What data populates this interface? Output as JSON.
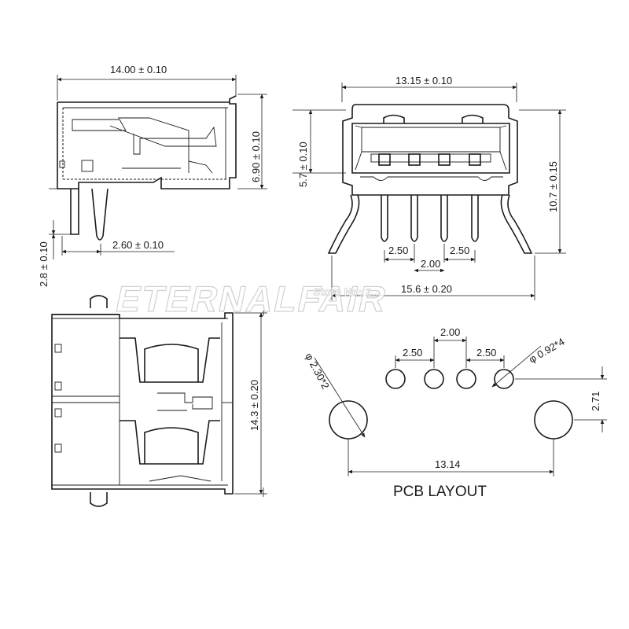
{
  "watermark": {
    "logo_text": "ETERNALFAIR",
    "store_text": "Store No: 2..."
  },
  "side_view": {
    "dim_length": "14.00 ± 0.10",
    "dim_height": "6.90 ± 0.10",
    "dim_pin_length": "2.8 ± 0.10",
    "dim_pin_spacing": "2.60 ± 0.10"
  },
  "front_view": {
    "dim_width": "13.15 ± 0.10",
    "dim_upper_height": "5.7 ± 0.10",
    "dim_total_height": "10.7 ± 0.15",
    "dim_pitch_left": "2.50",
    "dim_pitch_center": "2.00",
    "dim_pitch_right": "2.50",
    "dim_leg_span": "15.6 ± 0.20"
  },
  "top_view": {
    "dim_depth": "14.3 ± 0.20"
  },
  "pcb_layout": {
    "title": "PCB LAYOUT",
    "dim_center_pitch": "2.00",
    "dim_left_pitch": "2.50",
    "dim_right_pitch": "2.50",
    "dim_small_hole": "φ 0.92*4",
    "dim_big_hole": "φ 2.30*2",
    "dim_offset": "2.71",
    "dim_big_hole_span": "13.14"
  }
}
